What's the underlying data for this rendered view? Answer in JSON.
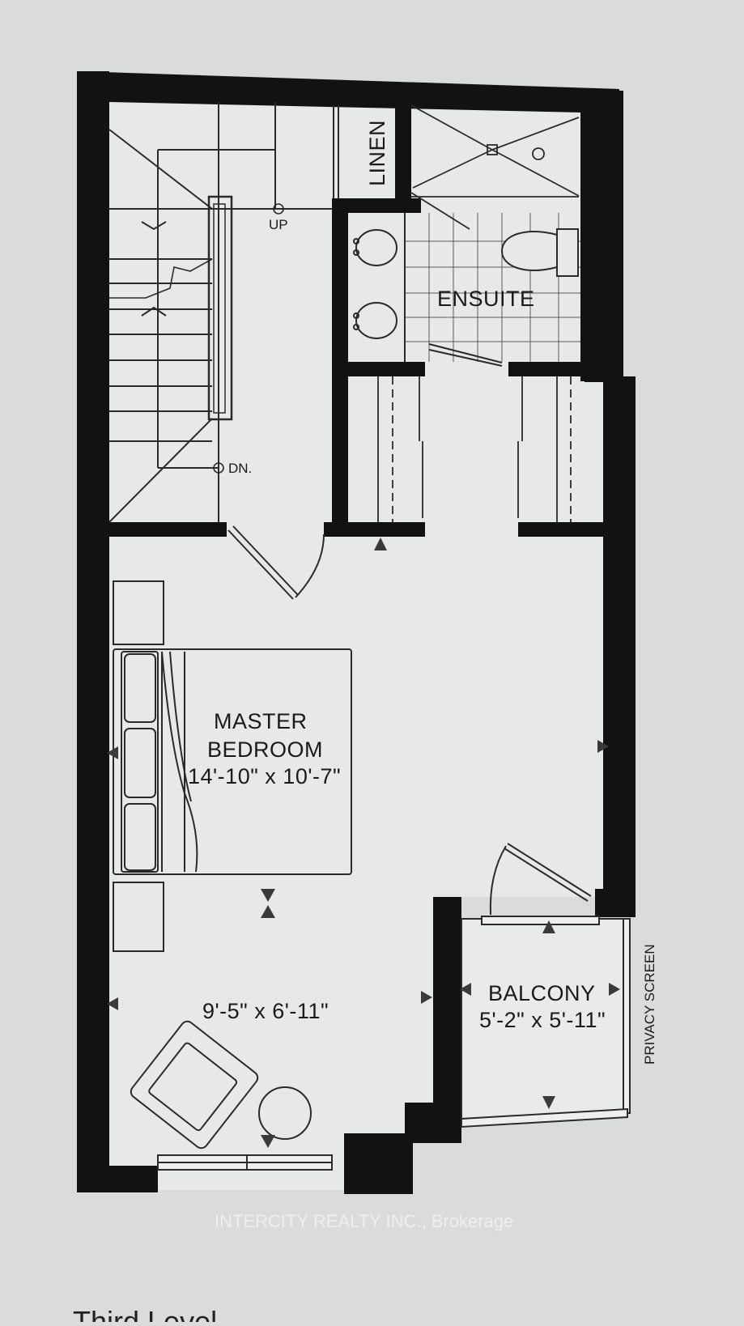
{
  "plan": {
    "rooms": {
      "linen": "LINEN",
      "ensuite": "ENSUITE",
      "master_line1": "MASTER",
      "master_line2": "BEDROOM",
      "master_dims": "14'-10\" x 10'-7\"",
      "sitting_dims": "9'-5\" x 6'-11\"",
      "balcony": "BALCONY",
      "balcony_dims": "5'-2\" x 5'-11\""
    },
    "stairs": {
      "up": "UP",
      "down": "DN."
    },
    "privacy_screen": "PRIVACY SCREEN"
  },
  "watermark": "INTERCITY REALTY INC., Brokerage",
  "caption": "Third Level",
  "colors": {
    "wall": "#121212",
    "floor": "#e7e8e8",
    "paper": "#d9dcdb",
    "line": "#2a2a2a"
  }
}
